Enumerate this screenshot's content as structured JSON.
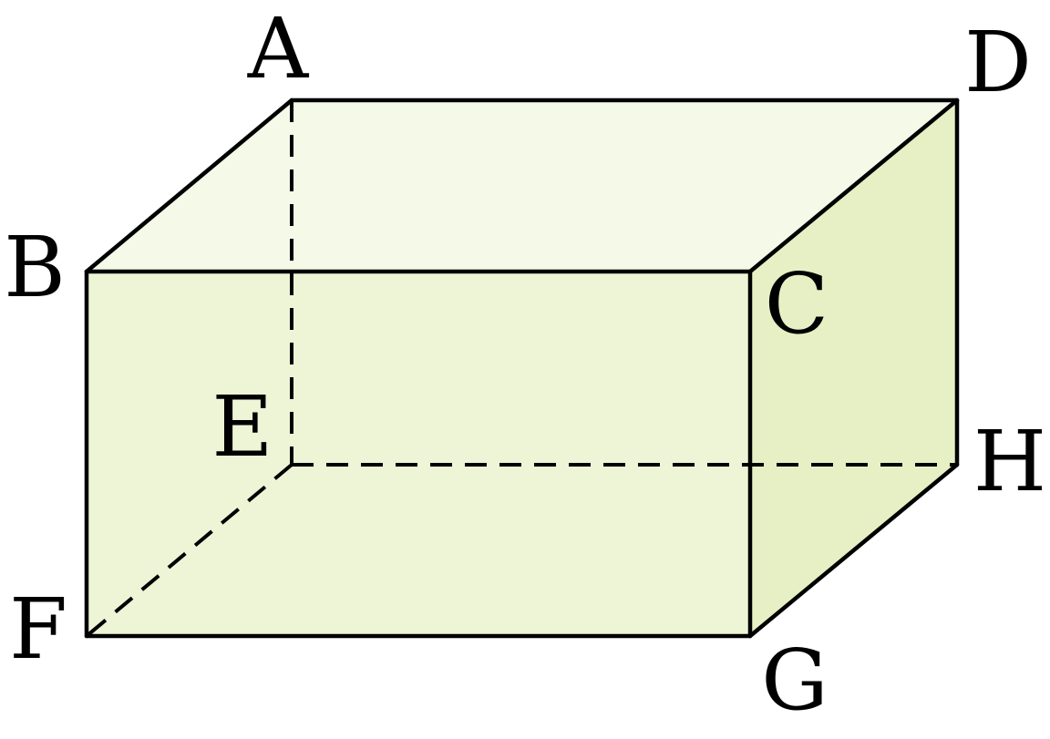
{
  "figure": {
    "vertices": {
      "A": "A",
      "B": "B",
      "C": "C",
      "D": "D",
      "E": "E",
      "F": "F",
      "G": "G",
      "H": "H"
    },
    "faces": {
      "front_color": "#eef5d6",
      "top_color": "#f4f9e8",
      "right_color": "#e6f0c4"
    },
    "edge_color": "#000000"
  }
}
